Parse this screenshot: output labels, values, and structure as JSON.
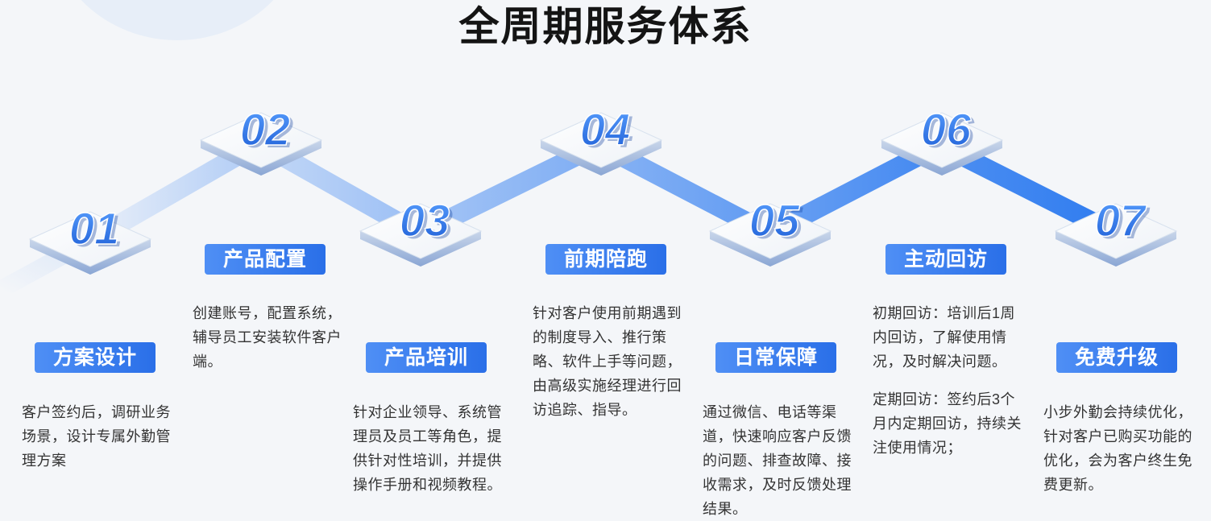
{
  "title": "全周期服务体系",
  "colors": {
    "label_blue": "#2f78ee",
    "number_blue": "#2c6fe6",
    "connector_blue": "#2f7cf0"
  },
  "steps": [
    {
      "number": "01",
      "label": "方案设计",
      "description": [
        "客户签约后，调研业务场景，设计专属外勤管理方案"
      ]
    },
    {
      "number": "02",
      "label": "产品配置",
      "description": [
        "创建账号，配置系统，辅导员工安装软件客户端。"
      ]
    },
    {
      "number": "03",
      "label": "产品培训",
      "description": [
        "针对企业领导、系统管理员及员工等角色，提供针对性培训，并提供操作手册和视频教程。"
      ]
    },
    {
      "number": "04",
      "label": "前期陪跑",
      "description": [
        "针对客户使用前期遇到的制度导入、推行策略、软件上手等问题，由高级实施经理进行回访追踪、指导。"
      ]
    },
    {
      "number": "05",
      "label": "日常保障",
      "description": [
        "通过微信、电话等渠道，快速响应客户反馈的问题、排查故障、接收需求，及时反馈处理结果。"
      ]
    },
    {
      "number": "06",
      "label": "主动回访",
      "description": [
        "初期回访：培训后1周内回访，了解使用情况，及时解决问题。",
        "定期回访：签约后3个月内定期回访，持续关注使用情况；"
      ]
    },
    {
      "number": "07",
      "label": "免费升级",
      "description": [
        "小步外勤会持续优化，针对客户已购买功能的优化，会为客户终生免费更新。"
      ]
    }
  ]
}
